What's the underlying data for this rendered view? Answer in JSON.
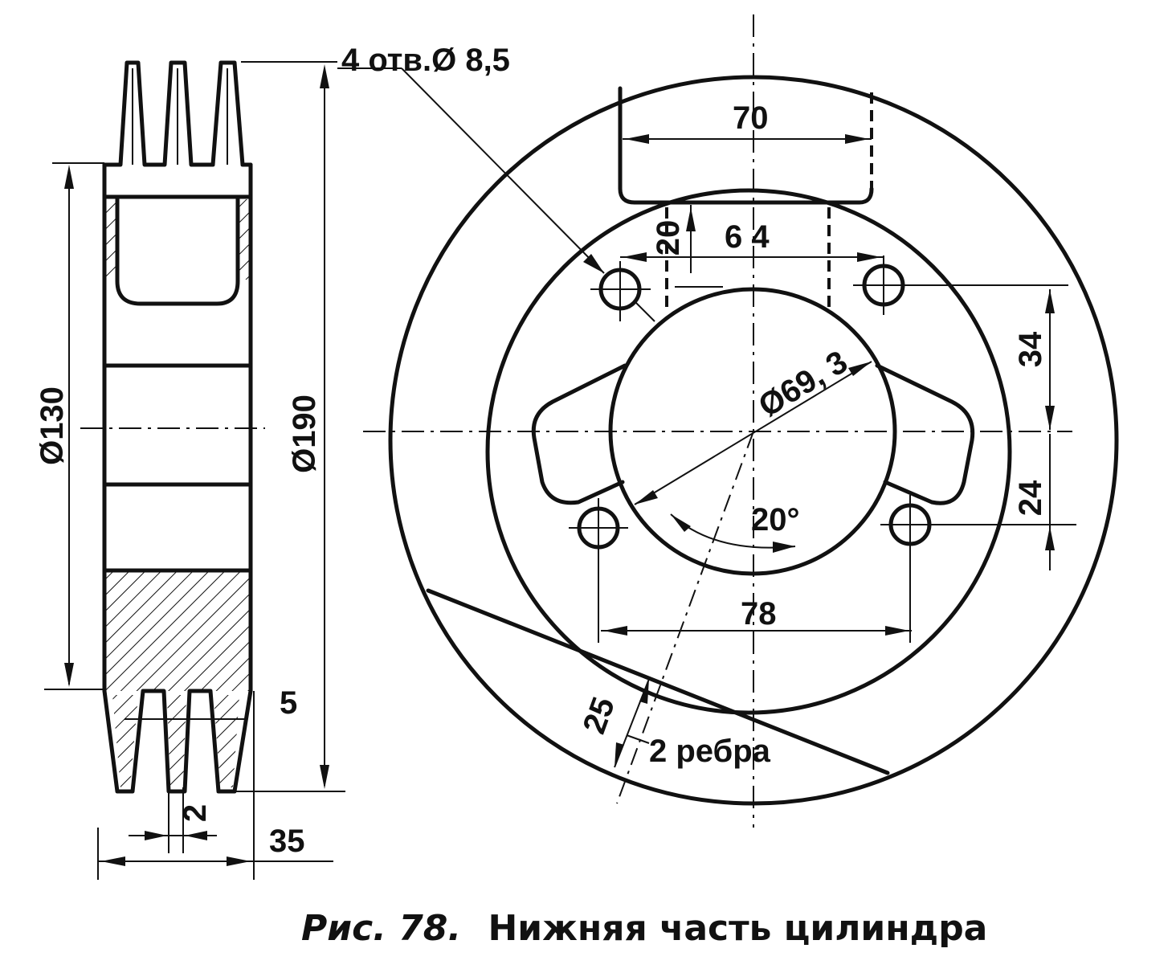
{
  "figure": {
    "caption_prefix": "Рис. 78.",
    "caption_text": "Нижняя часть цилиндра"
  },
  "side_view": {
    "dim_d130": "Ø130",
    "dim_d190": "Ø190",
    "dim_5": "5",
    "dim_2": "2",
    "dim_35": "35"
  },
  "front_view": {
    "holes": "4 отв.Ø 8,5",
    "dim_70": "70",
    "dim_20": "20",
    "dim_64": "6 4",
    "dim_34": "34",
    "dim_24": "24",
    "dim_d69": "Ø69, 3",
    "angle_20": "20°",
    "dim_78": "78",
    "dim_25": "25",
    "ribs": "2 ребра"
  }
}
